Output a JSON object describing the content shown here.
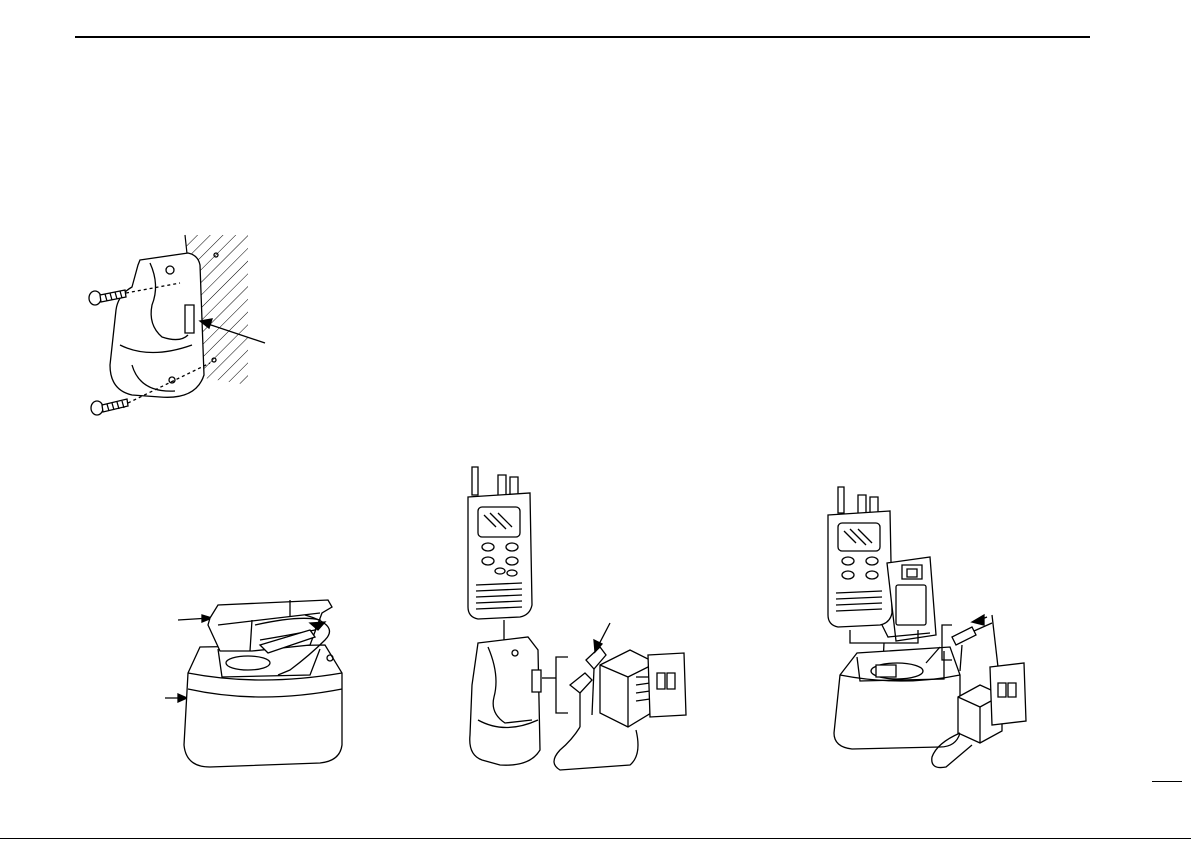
{
  "page": {
    "header_rule": true,
    "page_number": ""
  },
  "figures": [
    {
      "id": "wall-mount",
      "icon": "wall-mounted-charger-holder-illustration"
    },
    {
      "id": "charger-adapter",
      "icon": "charger-base-with-adapter-illustration"
    },
    {
      "id": "holder-charging",
      "icon": "radio-in-holder-charging-illustration"
    },
    {
      "id": "battery-charging",
      "icon": "battery-desktop-charging-illustration"
    }
  ]
}
